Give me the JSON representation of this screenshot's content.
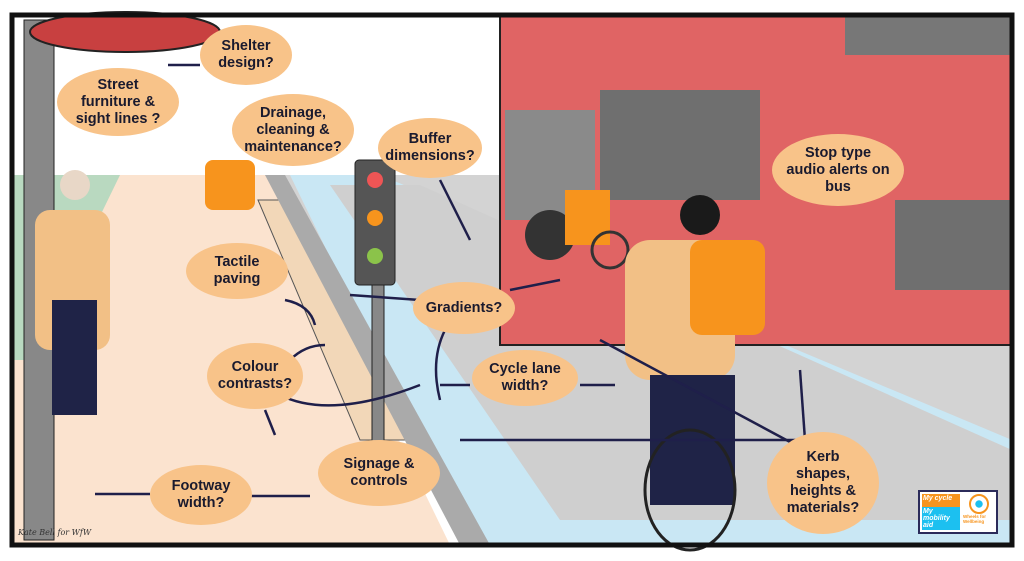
{
  "bubbles": {
    "shelter": "Shelter\ndesign?",
    "street_furniture": "Street\nfurniture &\nsight lines ?",
    "drainage": "Drainage,\ncleaning &\nmaintenance?",
    "buffer": "Buffer\ndimensions?",
    "stop_type": "Stop type\naudio alerts on\nbus",
    "tactile": "Tactile\npaving",
    "gradients": "Gradients?",
    "colour": "Colour\ncontrasts?",
    "cycle_lane": "Cycle lane\nwidth?",
    "signage": "Signage &\ncontrols",
    "footway": "Footway\nwidth?",
    "kerb": "Kerb\nshapes,\nheights &\nmaterials?"
  },
  "signature": "Kate Bell for WfW",
  "logo": {
    "line1": "My cycle",
    "line2": "My mobility aid",
    "org": "Wheels for Wellbeing"
  },
  "colors": {
    "bubble": "#f8c389",
    "bus": "#e06464",
    "footway": "#fbe3cf",
    "cycle_lane": "#c9e7f4",
    "road": "#c8c8c8",
    "arrow": "#1f1f4a"
  }
}
